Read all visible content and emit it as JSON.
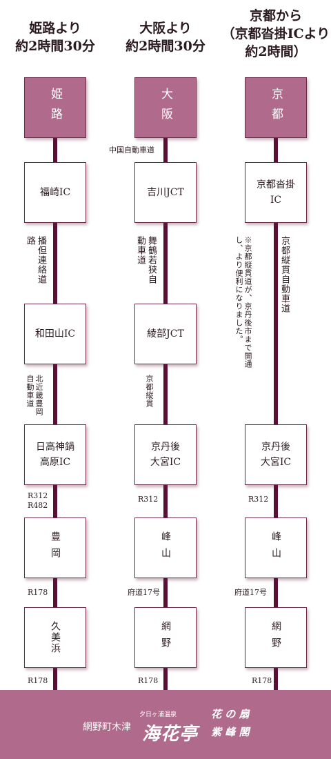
{
  "columns": [
    {
      "title_lines": [
        "姫路より",
        "約2時間30分"
      ],
      "origin": "姫路",
      "steps": [
        "福崎IC",
        "和田山IC",
        "日高神鍋\n高原IC",
        "豊岡",
        "久美浜"
      ],
      "roads": {
        "r1": "播但連絡道路",
        "r2": "北近畿豊岡自動車道",
        "l1": "R312\nR482",
        "l2": "R178",
        "l3": "R178"
      }
    },
    {
      "title_lines": [
        "大阪より",
        "約2時間30分"
      ],
      "origin": "大阪",
      "steps": [
        "吉川JCT",
        "綾部JCT",
        "京丹後\n大宮IC",
        "峰山",
        "網野"
      ],
      "roads": {
        "r0": "中国自動車道",
        "r1": "舞鶴若狭自動車道",
        "r2": "京都縦貫",
        "l1": "R312",
        "l2": "府道17号",
        "l3": "R178"
      }
    },
    {
      "title_lines": [
        "京都から",
        "（京都沓掛ICより",
        "約2時間）"
      ],
      "origin": "京都",
      "steps": [
        "京都沓掛\nIC",
        "京丹後\n大宮IC",
        "峰山",
        "網野"
      ],
      "roads": {
        "r1": "京都縦貫自動車道",
        "note": "※京都縦貫道が、京丹後市まで開通し、より便利になりました。",
        "l1": "R312",
        "l2": "府道17号",
        "l3": "R178"
      }
    }
  ],
  "footer": {
    "town": "網野町木津",
    "small": "夕日ヶ浦温泉",
    "logo1": "海花亭",
    "logo2a": "花 の 扇",
    "logo2b": "紫 峰 閣"
  },
  "colors": {
    "primary": "#b06a8c",
    "line": "#5a0f36"
  }
}
